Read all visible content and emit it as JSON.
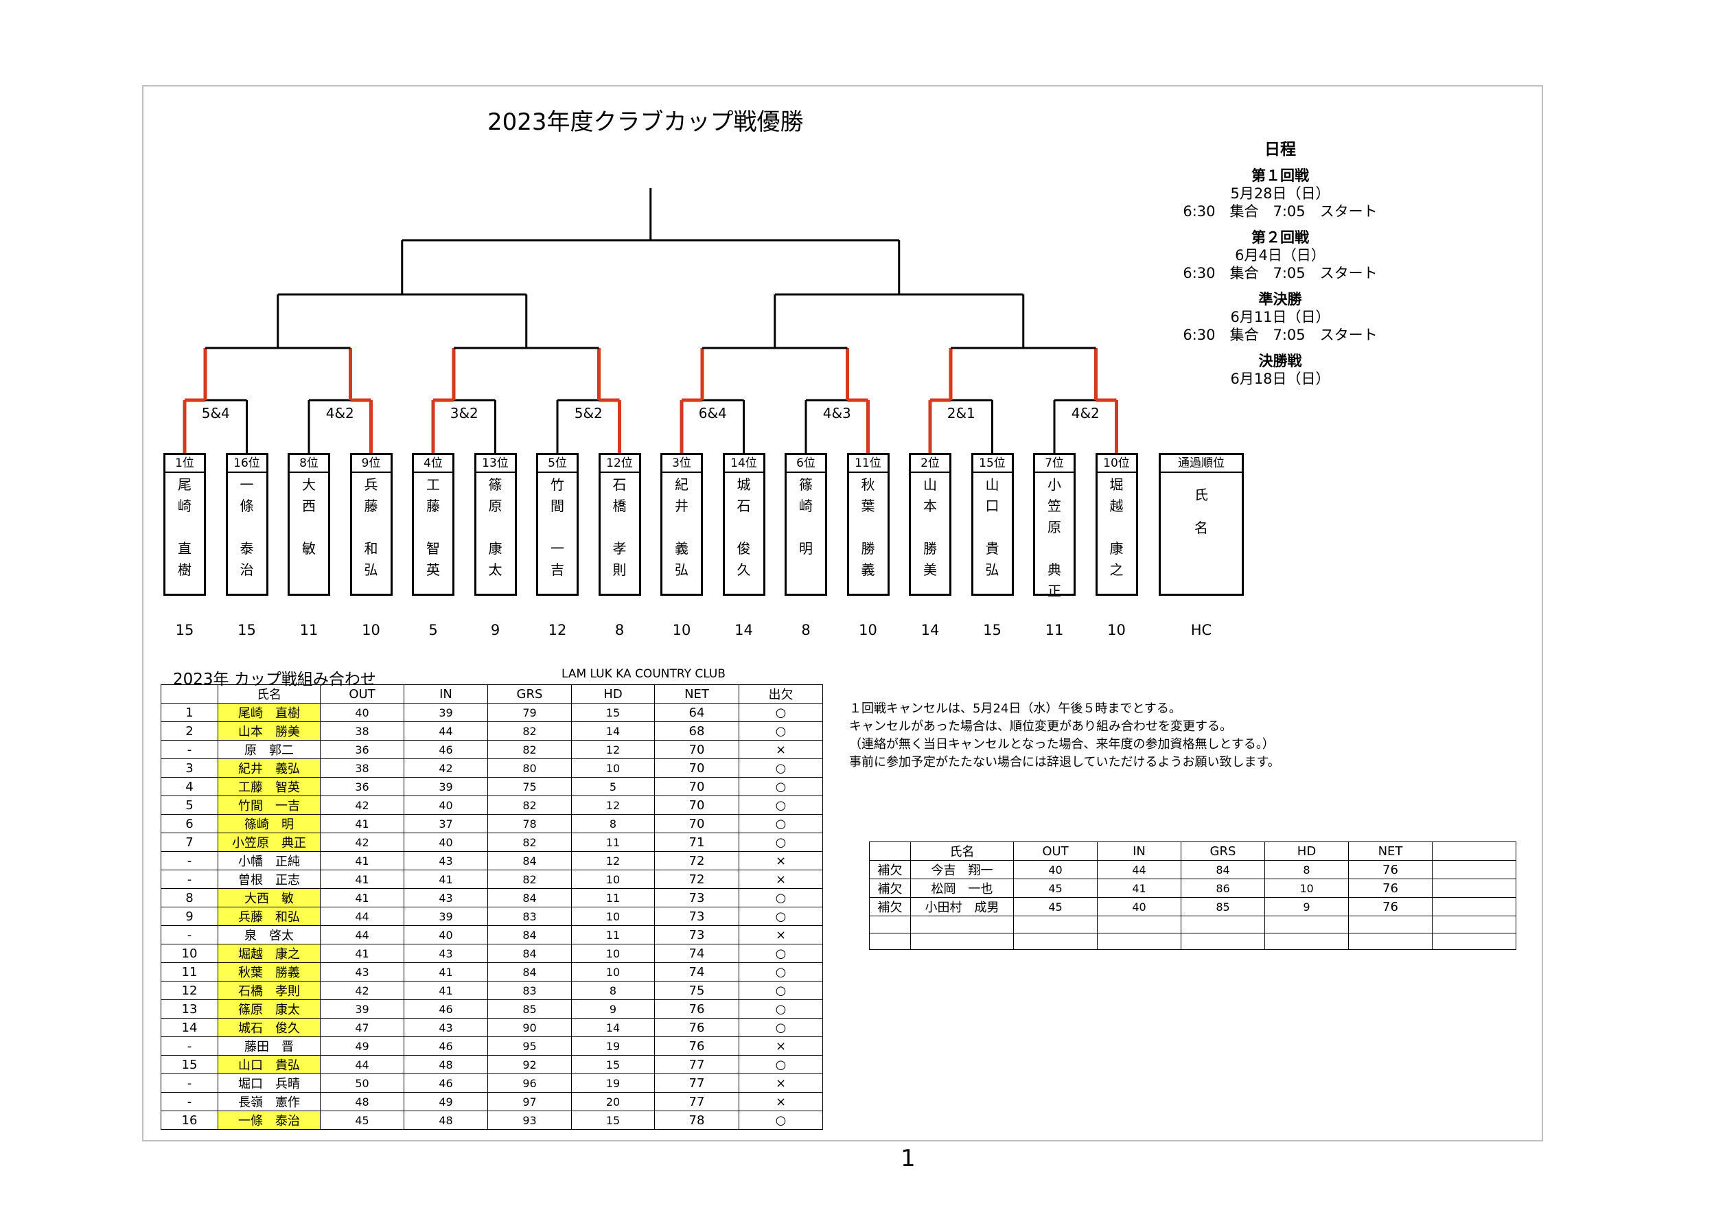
{
  "title": "2023年度クラブカップ戦優勝",
  "schedule": {
    "heading": "日程",
    "rounds": [
      {
        "name": "第１回戦",
        "date": "5月28日（日）",
        "time": "6:30　集合　7:05　スタート"
      },
      {
        "name": "第２回戦",
        "date": "6月4日（日）",
        "time": "6:30　集合　7:05　スタート"
      },
      {
        "name": "準決勝",
        "date": "6月11日（日）",
        "time": "6:30　集合　7:05　スタート"
      },
      {
        "name": "決勝戦",
        "date": "6月18日（日）",
        "time": ""
      }
    ]
  },
  "bracket": {
    "match_scores": [
      "5&4",
      "4&2",
      "3&2",
      "5&2",
      "6&4",
      "4&3",
      "2&1",
      "4&2"
    ],
    "players": [
      {
        "rank": "1位",
        "name": "尾\n崎\n\n直\n樹",
        "hc": "15"
      },
      {
        "rank": "16位",
        "name": "一\n條\n\n泰\n治",
        "hc": "15"
      },
      {
        "rank": "8位",
        "name": "大\n西\n\n敏",
        "hc": "11"
      },
      {
        "rank": "9位",
        "name": "兵\n藤\n\n和\n弘",
        "hc": "10"
      },
      {
        "rank": "4位",
        "name": "工\n藤\n\n智\n英",
        "hc": "5"
      },
      {
        "rank": "13位",
        "name": "篠\n原\n\n康\n太",
        "hc": "9"
      },
      {
        "rank": "5位",
        "name": "竹\n間\n\n一\n吉",
        "hc": "12"
      },
      {
        "rank": "12位",
        "name": "石\n橋\n\n孝\n則",
        "hc": "8"
      },
      {
        "rank": "3位",
        "name": "紀\n井\n\n義\n弘",
        "hc": "10"
      },
      {
        "rank": "14位",
        "name": "城\n石\n\n俊\n久",
        "hc": "14"
      },
      {
        "rank": "6位",
        "name": "篠\n崎\n\n明",
        "hc": "8"
      },
      {
        "rank": "11位",
        "name": "秋\n葉\n\n勝\n義",
        "hc": "10"
      },
      {
        "rank": "2位",
        "name": "山\n本\n\n勝\n美",
        "hc": "14"
      },
      {
        "rank": "15位",
        "name": "山\n口\n\n貴\n弘",
        "hc": "15"
      },
      {
        "rank": "7位",
        "name": "小\n笠\n原\n\n典\n正",
        "hc": "11"
      },
      {
        "rank": "10位",
        "name": "堀\n越\n\n康\n之",
        "hc": "10"
      }
    ],
    "legend_box": {
      "rank": "通過順位",
      "name": "氏\n\n名",
      "hc": "HC"
    }
  },
  "main_table": {
    "title": "2023年  カップ戦組み合わせ",
    "club": "LAM LUK KA COUNTRY CLUB",
    "headers": [
      "",
      "氏名",
      "OUT",
      "IN",
      "GRS",
      "HD",
      "NET",
      "出欠"
    ],
    "rows": [
      [
        "1",
        "尾崎　直樹",
        "40",
        "39",
        "79",
        "15",
        "64",
        "○"
      ],
      [
        "2",
        "山本　勝美",
        "38",
        "44",
        "82",
        "14",
        "68",
        "○"
      ],
      [
        "-",
        "原　郭二",
        "36",
        "46",
        "82",
        "12",
        "70",
        "×"
      ],
      [
        "3",
        "紀井　義弘",
        "38",
        "42",
        "80",
        "10",
        "70",
        "○"
      ],
      [
        "4",
        "工藤　智英",
        "36",
        "39",
        "75",
        "5",
        "70",
        "○"
      ],
      [
        "5",
        "竹間　一吉",
        "42",
        "40",
        "82",
        "12",
        "70",
        "○"
      ],
      [
        "6",
        "篠崎　明",
        "41",
        "37",
        "78",
        "8",
        "70",
        "○"
      ],
      [
        "7",
        "小笠原　典正",
        "42",
        "40",
        "82",
        "11",
        "71",
        "○"
      ],
      [
        "-",
        "小幡　正純",
        "41",
        "43",
        "84",
        "12",
        "72",
        "×"
      ],
      [
        "-",
        "曽根　正志",
        "41",
        "41",
        "82",
        "10",
        "72",
        "×"
      ],
      [
        "8",
        "大西　敏",
        "41",
        "43",
        "84",
        "11",
        "73",
        "○"
      ],
      [
        "9",
        "兵藤　和弘",
        "44",
        "39",
        "83",
        "10",
        "73",
        "○"
      ],
      [
        "-",
        "泉　啓太",
        "44",
        "40",
        "84",
        "11",
        "73",
        "×"
      ],
      [
        "10",
        "堀越　康之",
        "41",
        "43",
        "84",
        "10",
        "74",
        "○"
      ],
      [
        "11",
        "秋葉　勝義",
        "43",
        "41",
        "84",
        "10",
        "74",
        "○"
      ],
      [
        "12",
        "石橋　孝則",
        "42",
        "41",
        "83",
        "8",
        "75",
        "○"
      ],
      [
        "13",
        "篠原　康太",
        "39",
        "46",
        "85",
        "9",
        "76",
        "○"
      ],
      [
        "14",
        "城石　俊久",
        "47",
        "43",
        "90",
        "14",
        "76",
        "○"
      ],
      [
        "-",
        "藤田　晋",
        "49",
        "46",
        "95",
        "19",
        "76",
        "×"
      ],
      [
        "15",
        "山口　貴弘",
        "44",
        "48",
        "92",
        "15",
        "77",
        "○"
      ],
      [
        "-",
        "堀口　兵晴",
        "50",
        "46",
        "96",
        "19",
        "77",
        "×"
      ],
      [
        "-",
        "長嶺　憲作",
        "48",
        "49",
        "97",
        "20",
        "77",
        "×"
      ],
      [
        "16",
        "一條　泰治",
        "45",
        "48",
        "93",
        "15",
        "78",
        "○"
      ]
    ],
    "highlight_color": "#ffff4d"
  },
  "notes": [
    "１回戦キャンセルは、5月24日（水）午後５時までとする。",
    "キャンセルがあった場合は、順位変更があり組み合わせを変更する。",
    "（連絡が無く当日キャンセルとなった場合、来年度の参加資格無しとする。）",
    "事前に参加予定がたたない場合には辞退していただけるようお願い致します。"
  ],
  "sub_table": {
    "headers": [
      "",
      "氏名",
      "OUT",
      "IN",
      "GRS",
      "HD",
      "NET",
      ""
    ],
    "rows": [
      [
        "補欠",
        "今吉　翔一",
        "40",
        "44",
        "84",
        "8",
        "76",
        ""
      ],
      [
        "補欠",
        "松岡　一也",
        "45",
        "41",
        "86",
        "10",
        "76",
        ""
      ],
      [
        "補欠",
        "小田村　成男",
        "45",
        "40",
        "85",
        "9",
        "76",
        ""
      ],
      [
        "",
        "",
        "",
        "",
        "",
        "",
        "",
        ""
      ],
      [
        "",
        "",
        "",
        "",
        "",
        "",
        "",
        ""
      ]
    ]
  },
  "page_number": "1",
  "colors": {
    "winner_line": "#d63a1e",
    "line": "#000000",
    "frame": "#bfbfbf"
  }
}
